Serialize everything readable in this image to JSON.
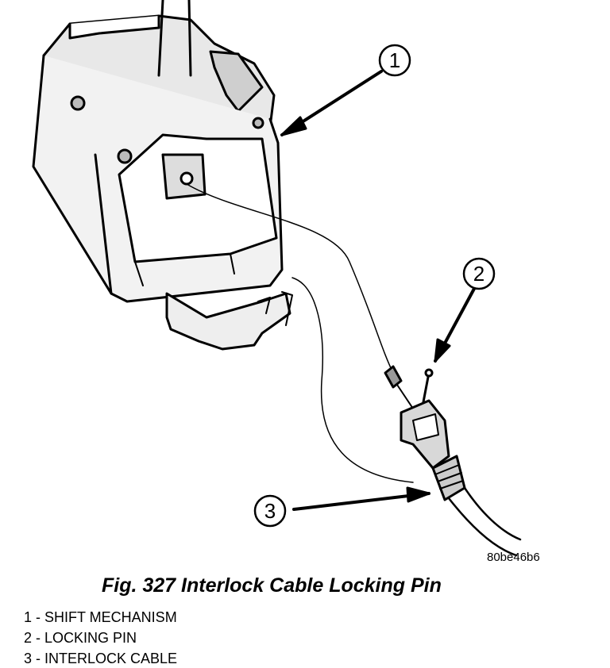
{
  "figure": {
    "caption": "Fig. 327 Interlock Cable Locking Pin",
    "reference_code": "80be46b6"
  },
  "callouts": [
    {
      "number": "1"
    },
    {
      "number": "2"
    },
    {
      "number": "3"
    }
  ],
  "legend": [
    {
      "text": "1 - SHIFT MECHANISM"
    },
    {
      "text": "2 - LOCKING PIN"
    },
    {
      "text": "3 - INTERLOCK CABLE"
    }
  ]
}
